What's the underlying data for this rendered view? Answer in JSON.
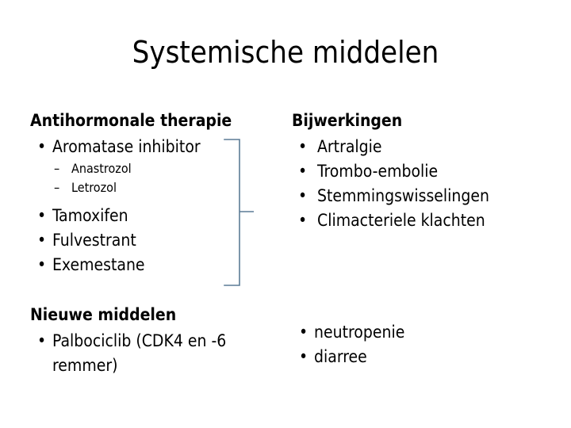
{
  "slide": {
    "title": "Systemische middelen",
    "background_color": "#ffffff",
    "text_color": "#000000"
  },
  "left_column": {
    "heading": "Antihormonale therapie",
    "bullets_top": [
      {
        "marker": "•",
        "label": "Aromatase inhibitor"
      }
    ],
    "sub_bullets": [
      {
        "marker": "–",
        "label": "Anastrozol"
      },
      {
        "marker": "–",
        "label": "Letrozol"
      }
    ],
    "bullets_bottom": [
      {
        "marker": "•",
        "label": "Tamoxifen"
      },
      {
        "marker": "•",
        "label": "Fulvestrant"
      },
      {
        "marker": "•",
        "label": "Exemestane"
      }
    ],
    "second_heading": "Nieuwe middelen",
    "second_bullets": [
      {
        "marker": "•",
        "label": "Palbociclib (CDK4 en -6 remmer)"
      }
    ]
  },
  "right_column": {
    "heading": "Bijwerkingen",
    "bullets": [
      {
        "marker": "•",
        "label": "Artralgie"
      },
      {
        "marker": "•",
        "label": "Trombo-embolie"
      },
      {
        "marker": "•",
        "label": "Stemmingswisselingen"
      },
      {
        "marker": "•",
        "label": "Climacteriele klachten"
      }
    ],
    "second_bullets": [
      {
        "marker": "•",
        "label": "neutropenie"
      },
      {
        "marker": "•",
        "label": "diarree"
      }
    ]
  },
  "connector": {
    "name": "blue-brace-connector",
    "color": "#5b7c96",
    "stroke_width": 1.6
  }
}
